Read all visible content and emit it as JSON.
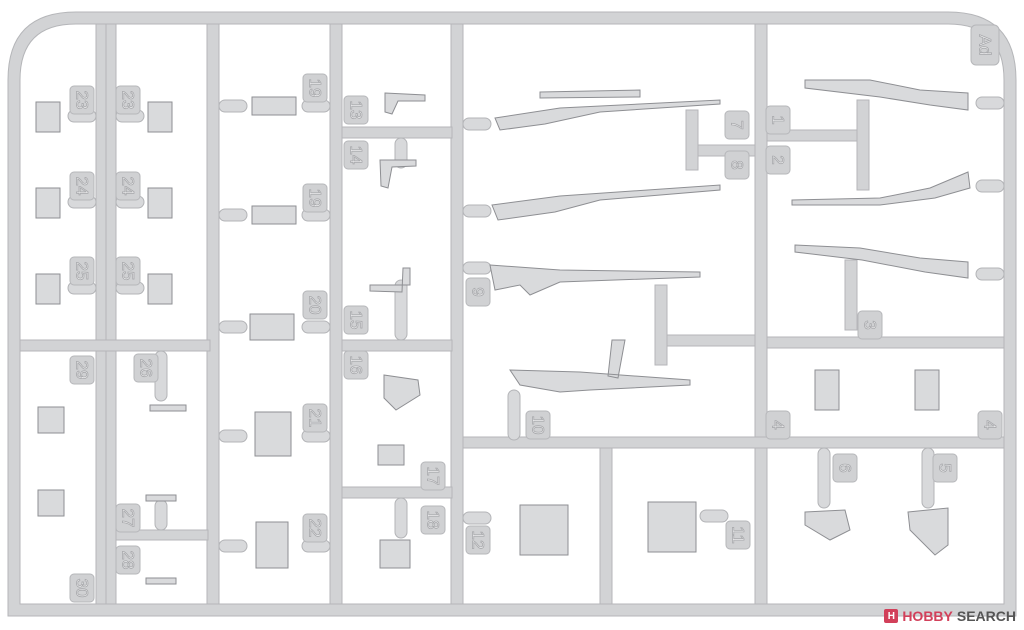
{
  "sprue": {
    "code": "Ad",
    "labels": [
      "23",
      "23",
      "24",
      "24",
      "25",
      "25",
      "19",
      "19",
      "20",
      "21",
      "22",
      "13",
      "14",
      "15",
      "16",
      "17",
      "18",
      "7",
      "8",
      "9",
      "10",
      "1",
      "2",
      "3",
      "4",
      "4",
      "5",
      "6",
      "11",
      "12",
      "26",
      "27",
      "28",
      "29",
      "30"
    ]
  },
  "watermark": {
    "brand_a": "HOBBY",
    "brand_b": "SEARCH",
    "logo": "H"
  },
  "colors": {
    "plastic": "#d2d3d5",
    "watermark_red": "#d2405a"
  }
}
